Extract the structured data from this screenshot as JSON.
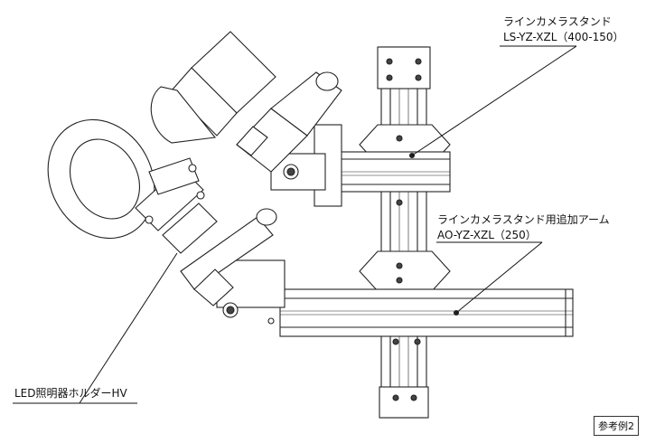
{
  "callouts": {
    "camera_stand": {
      "name": "ラインカメラスタンド",
      "model": "LS-YZ-XZL（400-150）"
    },
    "extension_arm": {
      "name": "ラインカメラスタンド用追加アーム",
      "model": "AO-YZ-XZL（250）"
    },
    "led_holder": {
      "name": "LED照明器ホルダーHV"
    }
  },
  "reference_tag": "参考例2"
}
